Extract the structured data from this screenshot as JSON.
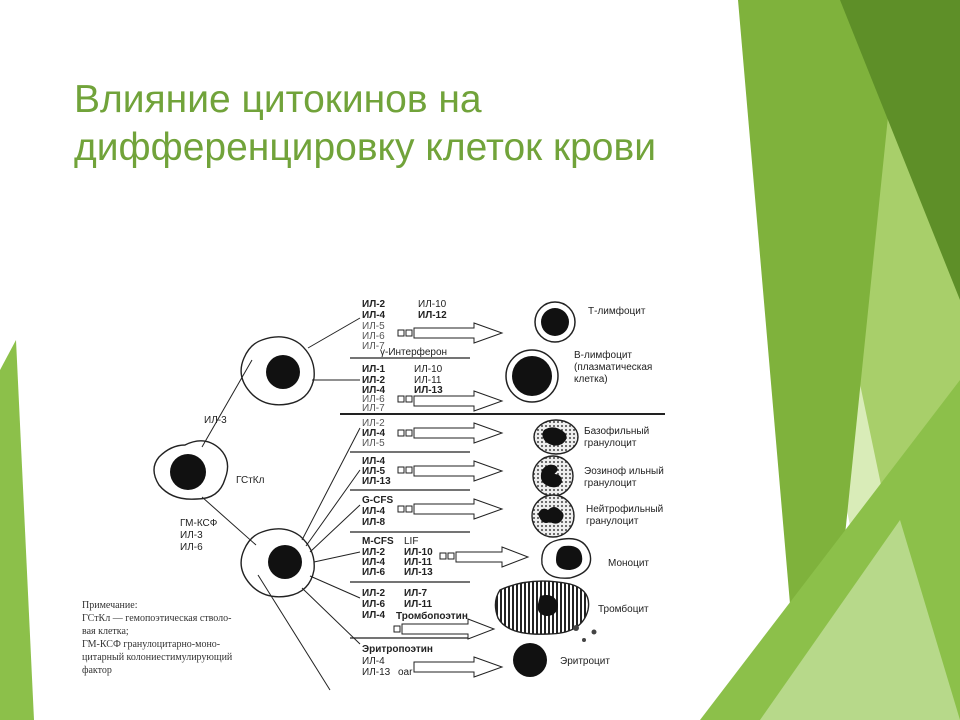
{
  "title": {
    "line1": "Влияние цитокинов на",
    "line2": "дифференцировку клеток крови"
  },
  "colors": {
    "title": "#71a33a",
    "green_dark": "#5e8f28",
    "green_mid": "#7fb23c",
    "green_light": "#a8cf6a",
    "green_pale": "#cfe6a6"
  },
  "diagram": {
    "stem_cell": "ГСтКл",
    "il3": "ИЛ-3",
    "gmcsf": [
      "ГМ-КСФ",
      "ИЛ-3",
      "ИЛ-6"
    ],
    "groups": [
      {
        "cytokines": [
          "ИЛ-2",
          "ИЛ-4",
          "ИЛ-5",
          "ИЛ-6",
          "ИЛ-7"
        ],
        "extra": [
          "ИЛ-10",
          "ИЛ-12"
        ],
        "footer": "γ-Интерферон",
        "cell": [
          "Т-лимфоцит"
        ]
      },
      {
        "cytokines": [
          "ИЛ-1",
          "ИЛ-2",
          "ИЛ-4",
          "ИЛ-6",
          "ИЛ-7"
        ],
        "extra": [
          "ИЛ-10",
          "ИЛ-11",
          "ИЛ-13"
        ],
        "cell": [
          "В-лимфоцит",
          "(плазматическая",
          "клетка)"
        ]
      },
      {
        "cytokines": [
          "ИЛ-2",
          "ИЛ-4",
          "ИЛ-5"
        ],
        "cell": [
          "Базофильный",
          "гранулоцит"
        ]
      },
      {
        "cytokines": [
          "ИЛ-4",
          "ИЛ-5",
          "ИЛ-13"
        ],
        "cell": [
          "Эозиноф ильный",
          "гранулоцит"
        ]
      },
      {
        "cytokines": [
          "G-CFS",
          "ИЛ-4",
          "ИЛ-8"
        ],
        "cell": [
          "Нейтрофильный",
          "гранулоцит"
        ]
      },
      {
        "cytokines": [
          "M-CFS",
          "ИЛ-2",
          "ИЛ-4",
          "ИЛ-6"
        ],
        "extra": [
          "LIF",
          "ИЛ-10",
          "ИЛ-11",
          "ИЛ-13"
        ],
        "cell": [
          "Моноцит"
        ]
      },
      {
        "cytokines": [
          "ИЛ-2",
          "ИЛ-6",
          "ИЛ-4"
        ],
        "extra": [
          "ИЛ-7",
          "ИЛ-11",
          "Тромбопоэтин"
        ],
        "cell": [
          "Тромбоцит"
        ]
      },
      {
        "cytokines": [
          "Эритропоэтин",
          "ИЛ-4",
          "ИЛ-13"
        ],
        "extra": [
          "oar"
        ],
        "cell": [
          "Эритроцит"
        ]
      }
    ],
    "note": [
      "Примечание:",
      "ГСтКл — гемопоэтическая стволо-",
      "вая клетка;",
      "ГМ-КСФ    гранулоцитарно-моно-",
      "цитарный  колониестимулирующий",
      "фактор"
    ]
  }
}
